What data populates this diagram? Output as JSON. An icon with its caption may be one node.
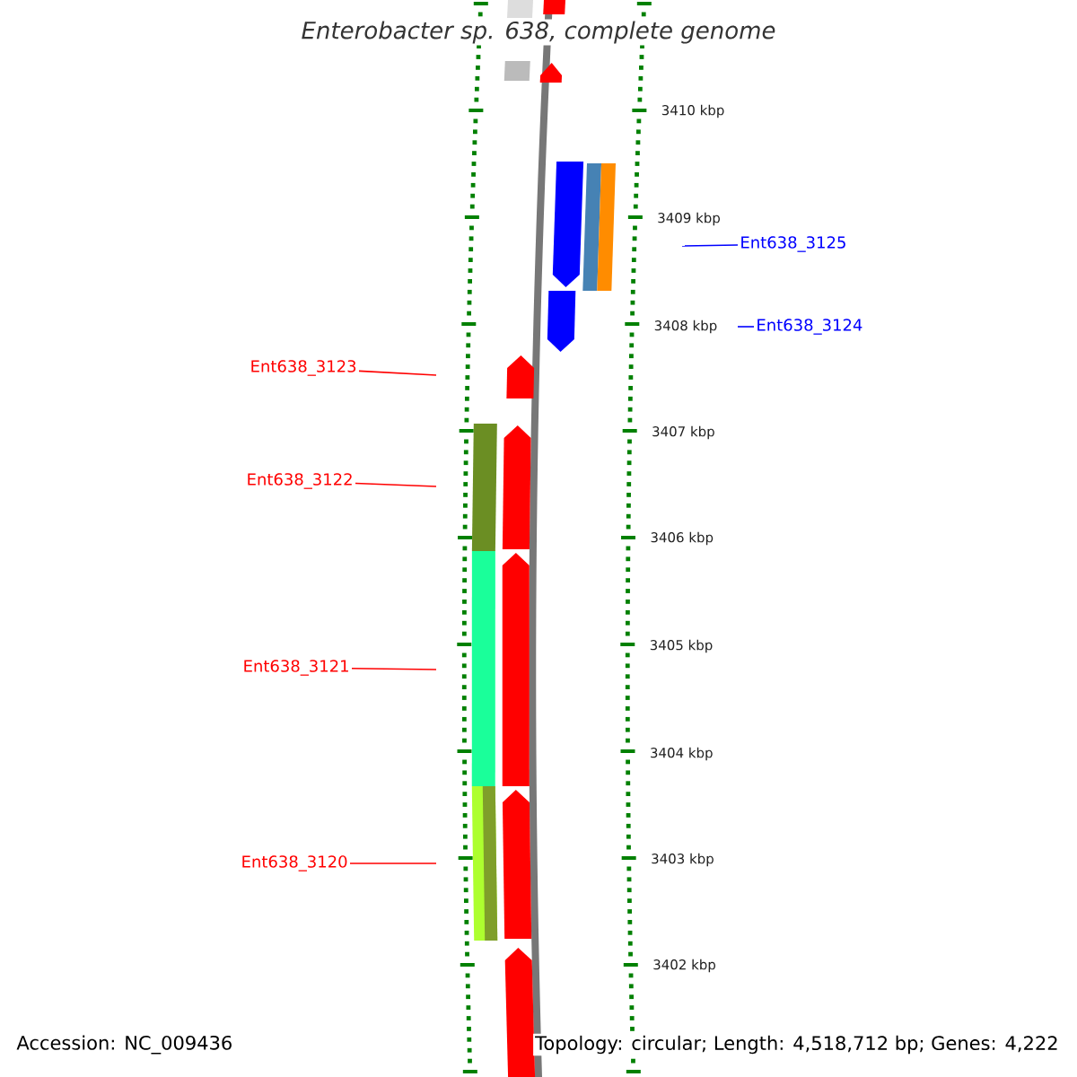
{
  "diagram": {
    "title": "Enterobacter sp. 638, complete genome",
    "nodes": [
      {
        "text": [
          "Ent638_3125"
        ]
      },
      {
        "text": [
          "Ent638_3124"
        ]
      },
      {
        "text": [
          "Ent638_3123"
        ]
      },
      {
        "text": [
          "Ent638_3122"
        ]
      },
      {
        "text": [
          "Ent638_3121"
        ]
      },
      {
        "text": [
          "Ent638_3120"
        ]
      }
    ],
    "edges": [
      {
        "from": 0,
        "to": null,
        "arrow": "none",
        "color": "#0000ff"
      },
      {
        "from": 1,
        "to": null,
        "arrow": "none",
        "color": "#0000ff"
      },
      {
        "from": 2,
        "to": null,
        "arrow": "none"
      },
      {
        "from": 3,
        "to": null,
        "arrow": "none"
      },
      {
        "from": 4,
        "to": null,
        "arrow": "none"
      },
      {
        "from": 5,
        "to": null,
        "arrow": "none"
      }
    ],
    "labels": [
      "3410 kbp",
      "3409 kbp",
      "3408 kbp",
      "3407 kbp",
      "3406 kbp",
      "3405 kbp",
      "3404 kbp",
      "3403 kbp",
      "3402 kbp",
      "Accession: NC_009436",
      "Topology: circular; Length: 4,518,712 bp; Genes: 4,222"
    ]
  }
}
